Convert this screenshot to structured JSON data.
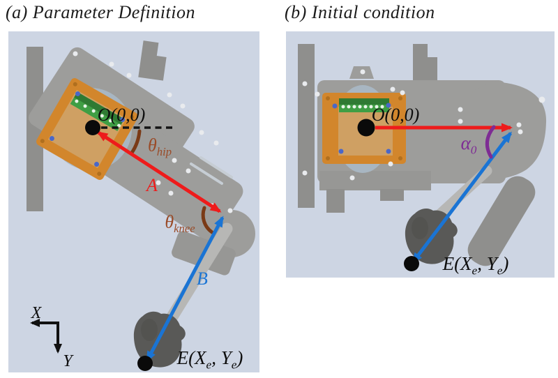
{
  "figure": {
    "panels": {
      "a": {
        "title": "(a) Parameter Definition",
        "origin_label": "O(0,0)",
        "theta_hip": {
          "symbol": "θ",
          "subscript": "hip"
        },
        "link_a_label": "A",
        "theta_knee": {
          "symbol": "θ",
          "subscript": "knee"
        },
        "link_b_label": "B",
        "end_effector": {
          "part1": "E(X",
          "sub1": "e",
          "part2": ", Y",
          "sub2": "e",
          "part3": ")"
        },
        "axis_x_label": "X",
        "axis_y_label": "Y"
      },
      "b": {
        "title": "(b) Initial condition",
        "origin_label": "O(0,0)",
        "alpha_zero": {
          "symbol": "α",
          "subscript": "0"
        },
        "end_effector": {
          "part1": "E(X",
          "sub1": "e",
          "part2": ", Y",
          "sub2": "e",
          "part3": ")"
        }
      }
    },
    "colors": {
      "panel_background": "#cdd5e3",
      "vector_a": "#ee1b1b",
      "vector_b": "#1a74d4",
      "angle_arc": "#7a3a16",
      "theta_label": "#9a4b28",
      "alpha_label": "#7e2c94",
      "axes": "#111111",
      "robot_body": "#9d9d9b",
      "motor_mount": "#d2862c",
      "motor_face": "#cfa063",
      "terminal_block": "#3f9e44",
      "foot": "#595957"
    }
  }
}
